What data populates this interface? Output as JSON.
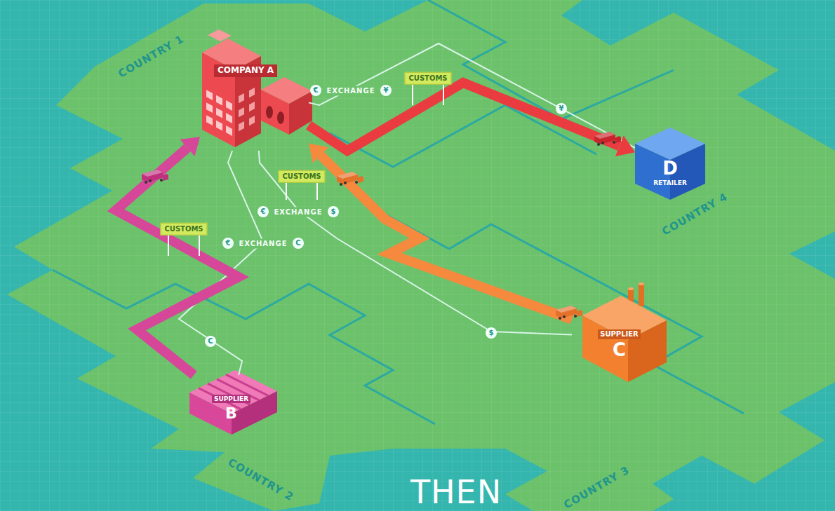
{
  "diagram": {
    "title": "THEN",
    "nodes": [
      {
        "text": [
          "COMPANY A"
        ]
      },
      {
        "text": [
          "D",
          "RETAILER"
        ]
      },
      {
        "text": [
          "SUPPLIER",
          "B"
        ]
      },
      {
        "text": [
          "SUPPLIER",
          "C"
        ]
      }
    ],
    "edges": [
      {
        "from": 2,
        "to": 0,
        "arrow": "to"
      },
      {
        "from": 3,
        "to": 0,
        "arrow": "to"
      },
      {
        "from": 0,
        "to": 1,
        "arrow": "to"
      },
      {
        "from": 0,
        "to": 2,
        "arrow": "none",
        "label": "EXCHANGE"
      },
      {
        "from": 0,
        "to": 3,
        "arrow": "none",
        "label": "EXCHANGE"
      },
      {
        "from": 0,
        "to": 1,
        "arrow": "none",
        "label": "EXCHANGE"
      }
    ],
    "labels": [
      "COUNTRY 1",
      "COUNTRY 2",
      "COUNTRY 3",
      "COUNTRY 4",
      "CUSTOMS",
      "CUSTOMS",
      "CUSTOMS",
      "€",
      "¥",
      "€",
      "$",
      "€",
      "C",
      "¥",
      "$",
      "C"
    ]
  }
}
